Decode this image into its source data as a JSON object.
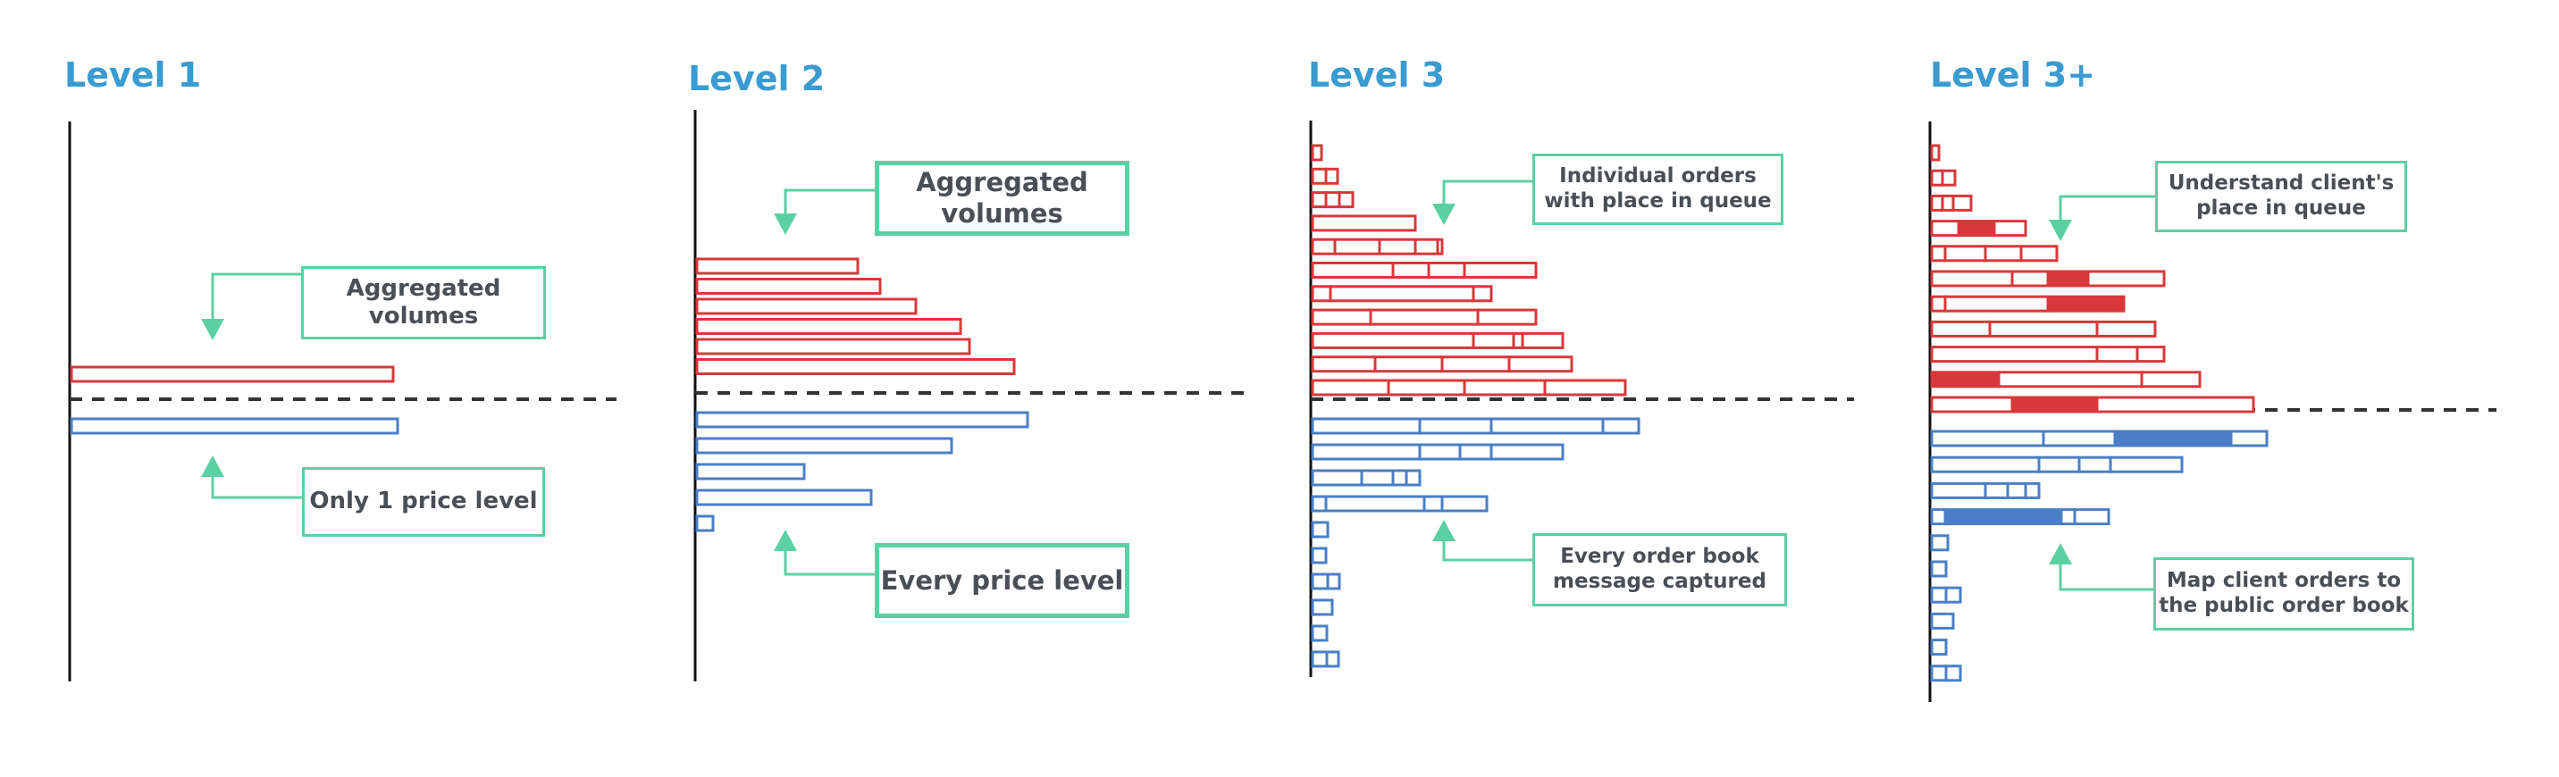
{
  "colors": {
    "ask": "#d8383a",
    "bid": "#4a7fc7",
    "callout_border": "#5ccfa3",
    "title": "#3a9bd0",
    "text": "#4a4f55"
  },
  "icons": {
    "arrow": "chevron-arrow-icon",
    "midline": "dashed-spread-line"
  },
  "panels": [
    {
      "id": "level-1",
      "title": "Level 1",
      "callouts": [
        {
          "text": "Aggregated volumes",
          "points_to": "asks"
        },
        {
          "text": "Only 1 price level",
          "points_to": "bids"
        }
      ],
      "asks": [
        [
          {
            "v": 36
          }
        ]
      ],
      "bids": [
        [
          {
            "v": 36.5
          }
        ]
      ]
    },
    {
      "id": "level-2",
      "title": "Level 2",
      "callouts": [
        {
          "text": "Aggregated volumes",
          "points_to": "asks"
        },
        {
          "text": "Every price level",
          "points_to": "bids"
        }
      ],
      "asks": [
        [
          {
            "v": 18
          }
        ],
        [
          {
            "v": 20.5
          }
        ],
        [
          {
            "v": 24.5
          }
        ],
        [
          {
            "v": 29.5
          }
        ],
        [
          {
            "v": 30.5
          }
        ],
        [
          {
            "v": 35.5
          }
        ]
      ],
      "bids": [
        [
          {
            "v": 37
          }
        ],
        [
          {
            "v": 28.5
          }
        ],
        [
          {
            "v": 12
          }
        ],
        [
          {
            "v": 19.5
          }
        ],
        [
          {
            "v": 1.8
          }
        ]
      ]
    },
    {
      "id": "level-3",
      "title": "Level 3",
      "callouts": [
        {
          "text": "Individual orders with place in queue",
          "points_to": "asks"
        },
        {
          "text": "Every order book message captured",
          "points_to": "bids"
        }
      ],
      "asks": [
        [
          {
            "v": 1
          }
        ],
        [
          {
            "v": 1.5
          },
          {
            "v": 1.3
          }
        ],
        [
          {
            "v": 1.5
          },
          {
            "v": 1.5
          },
          {
            "v": 1.5
          }
        ],
        [
          {
            "v": 11.5
          }
        ],
        [
          {
            "v": 2.5
          },
          {
            "v": 5
          },
          {
            "v": 4
          },
          {
            "v": 2.5
          },
          {
            "v": 0.5
          }
        ],
        [
          {
            "v": 9
          },
          {
            "v": 4
          },
          {
            "v": 4
          },
          {
            "v": 8
          }
        ],
        [
          {
            "v": 2
          },
          {
            "v": 16
          },
          {
            "v": 2
          }
        ],
        [
          {
            "v": 6.5
          },
          {
            "v": 12
          },
          {
            "v": 6.5
          }
        ],
        [
          {
            "v": 18
          },
          {
            "v": 4.5
          },
          {
            "v": 1
          },
          {
            "v": 4.5
          }
        ],
        [
          {
            "v": 7
          },
          {
            "v": 7.5
          },
          {
            "v": 7.5
          },
          {
            "v": 7
          }
        ],
        [
          {
            "v": 8.5
          },
          {
            "v": 8.5
          },
          {
            "v": 9
          },
          {
            "v": 9
          }
        ]
      ],
      "bids": [
        [
          {
            "v": 12
          },
          {
            "v": 8
          },
          {
            "v": 12.5
          },
          {
            "v": 4
          }
        ],
        [
          {
            "v": 12
          },
          {
            "v": 4.5
          },
          {
            "v": 3.5
          },
          {
            "v": 8
          }
        ],
        [
          {
            "v": 5.5
          },
          {
            "v": 3.5
          },
          {
            "v": 1.5
          },
          {
            "v": 1.5
          }
        ],
        [
          {
            "v": 1.5
          },
          {
            "v": 11
          },
          {
            "v": 2
          },
          {
            "v": 5
          }
        ],
        [
          {
            "v": 1.7
          }
        ],
        [
          {
            "v": 1.5
          }
        ],
        [
          {
            "v": 1.7
          },
          {
            "v": 1.3
          }
        ],
        [
          {
            "v": 2.2
          }
        ],
        [
          {
            "v": 1.6
          }
        ],
        [
          {
            "v": 1.6
          },
          {
            "v": 1.3
          }
        ]
      ]
    },
    {
      "id": "level-3-plus",
      "title": "Level 3+",
      "callouts": [
        {
          "text": "Understand client's place in queue",
          "points_to": "asks"
        },
        {
          "text": "Map client orders to the public order book",
          "points_to": "bids"
        }
      ],
      "asks": [
        [
          {
            "v": 0.8
          }
        ],
        [
          {
            "v": 1.2
          },
          {
            "v": 1.4
          }
        ],
        [
          {
            "v": 1.2
          },
          {
            "v": 1.2
          },
          {
            "v": 2
          }
        ],
        [
          {
            "v": 3
          },
          {
            "v": 4,
            "f": true
          },
          {
            "v": 3.5
          }
        ],
        [
          {
            "v": 1.5
          },
          {
            "v": 4.5
          },
          {
            "v": 4
          },
          {
            "v": 4
          }
        ],
        [
          {
            "v": 9
          },
          {
            "v": 4
          },
          {
            "v": 4.5,
            "f": true
          },
          {
            "v": 8.5
          }
        ],
        [
          {
            "v": 1.5
          },
          {
            "v": 11.5
          },
          {
            "v": 8.5,
            "f": true
          }
        ],
        [
          {
            "v": 6.5
          },
          {
            "v": 12
          },
          {
            "v": 6.5
          }
        ],
        [
          {
            "v": 18.5
          },
          {
            "v": 4.5
          },
          {
            "v": 3
          }
        ],
        [
          {
            "v": 7.5,
            "f": true
          },
          {
            "v": 16
          },
          {
            "v": 6.5
          }
        ],
        [
          {
            "v": 9
          },
          {
            "v": 9.5,
            "f": true
          },
          {
            "v": 17.5
          }
        ]
      ],
      "bids": [
        [
          {
            "v": 12.5
          },
          {
            "v": 8
          },
          {
            "v": 13,
            "f": true
          },
          {
            "v": 4
          }
        ],
        [
          {
            "v": 12
          },
          {
            "v": 4.5
          },
          {
            "v": 3.5
          },
          {
            "v": 8
          }
        ],
        [
          {
            "v": 6
          },
          {
            "v": 2.5
          },
          {
            "v": 2
          },
          {
            "v": 1.5
          }
        ],
        [
          {
            "v": 1.5
          },
          {
            "v": 13,
            "f": true
          },
          {
            "v": 1.5
          },
          {
            "v": 3.8
          }
        ],
        [
          {
            "v": 1.8
          }
        ],
        [
          {
            "v": 1.6
          }
        ],
        [
          {
            "v": 1.6
          },
          {
            "v": 1.6
          }
        ],
        [
          {
            "v": 2.4
          }
        ],
        [
          {
            "v": 1.6
          }
        ],
        [
          {
            "v": 1.6
          },
          {
            "v": 1.6
          }
        ]
      ]
    }
  ]
}
